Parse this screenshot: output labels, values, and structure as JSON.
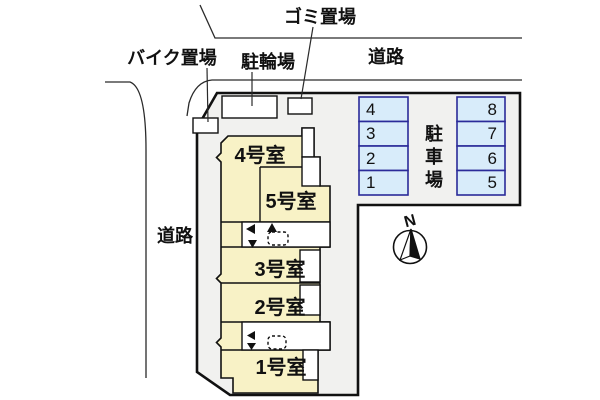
{
  "labels": {
    "garbage": "ゴミ置場",
    "bike_parking": "バイク置場",
    "bicycle_parking": "駐輪場",
    "road_top": "道路",
    "road_left": "道路",
    "north": "N"
  },
  "building": {
    "rooms": [
      "4号室",
      "5号室",
      "3号室",
      "2号室",
      "1号室"
    ]
  },
  "parking": {
    "label_chars": [
      "駐",
      "車",
      "場"
    ],
    "left_column": [
      "4",
      "3",
      "2",
      "1"
    ],
    "right_column": [
      "8",
      "7",
      "6",
      "5"
    ]
  },
  "colors": {
    "site_fill": "#f1f1ef",
    "building_fill": "#f8f2c6",
    "parking_fill": "#d8ecfa",
    "parking_border": "#2b2b99",
    "line": "#111111"
  }
}
